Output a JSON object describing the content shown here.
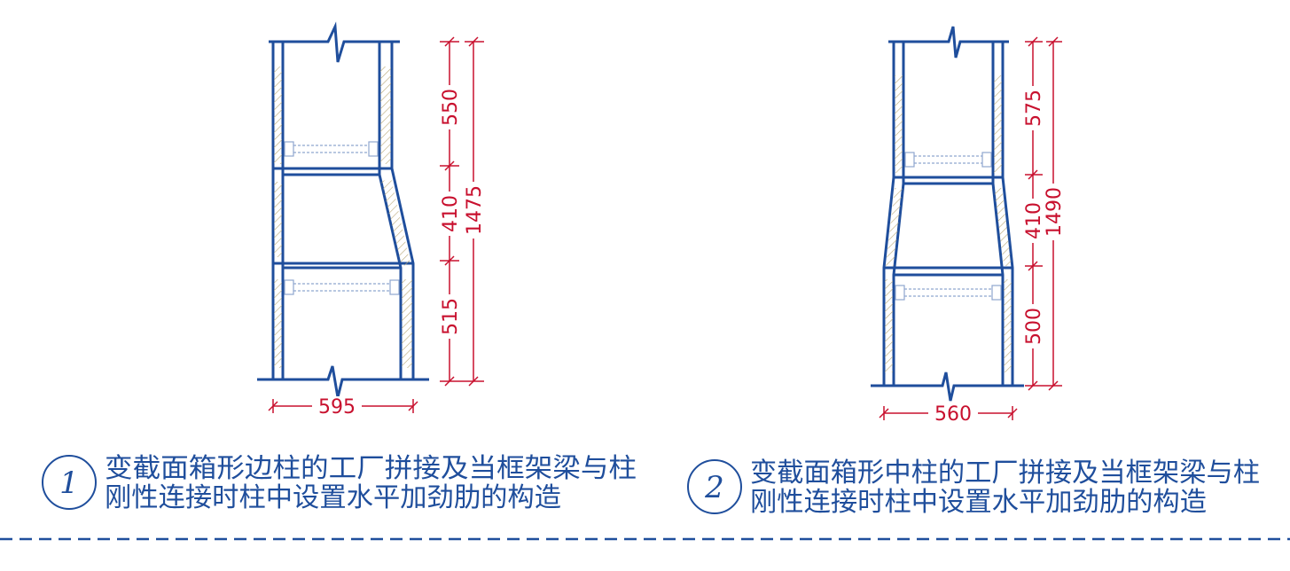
{
  "diagram_1": {
    "number": "1",
    "caption_line1": "变截面箱形边柱的工厂拼接及当框架梁与柱",
    "caption_line2": "刚性连接时柱中设置水平加劲肋的构造",
    "dims": {
      "top": "550",
      "middle": "410",
      "bottom": "515",
      "total": "1475",
      "width": "595"
    }
  },
  "diagram_2": {
    "number": "2",
    "caption_line1": "变截面箱形中柱的工厂拼接及当框架梁与柱",
    "caption_line2": "刚性连接时柱中设置水平加劲肋的构造",
    "dims": {
      "top": "575",
      "middle": "410",
      "bottom": "500",
      "total": "1490",
      "width": "560"
    }
  },
  "colors": {
    "structure": "#1f4e9c",
    "dimension": "#c8102e",
    "hatch": "#b9a878",
    "stiffener": "#8fa6cf"
  }
}
